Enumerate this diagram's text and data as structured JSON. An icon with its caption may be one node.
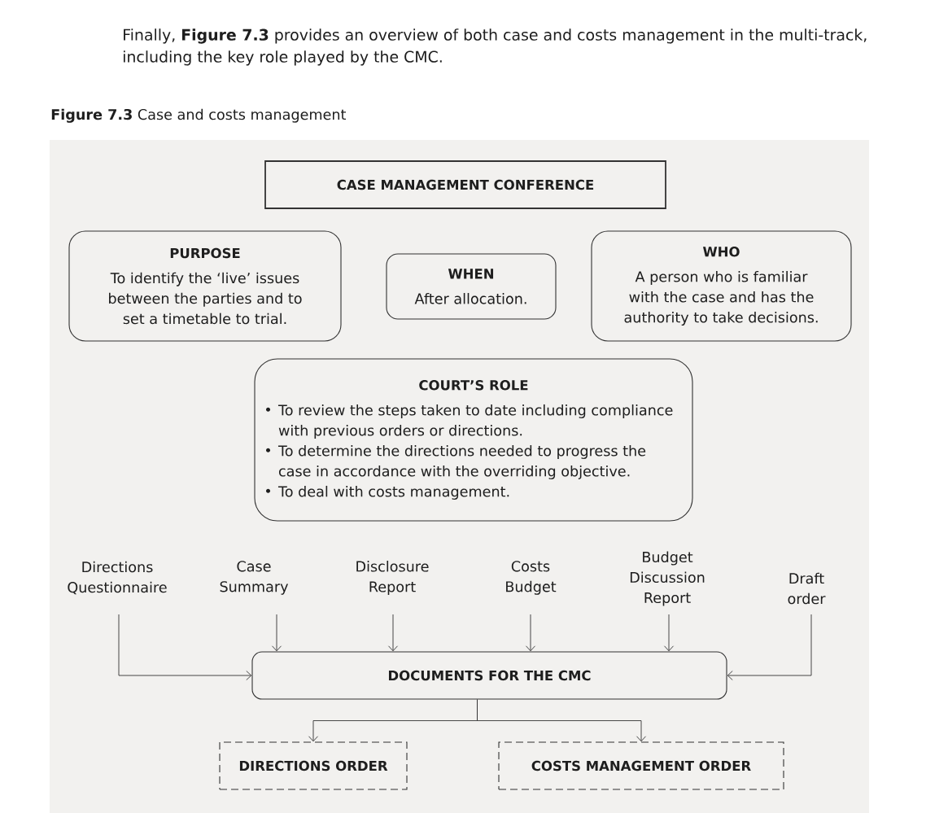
{
  "diagram": {
    "title": "**Figure 7.3** Case and costs management",
    "nodes": [
      {
        "text": [
          "CASE MANAGEMENT CONFERENCE"
        ]
      },
      {
        "text": [
          "PURPOSE",
          "To identify the ‘live’ issues between the parties and to set a timetable to trial."
        ]
      },
      {
        "text": [
          "WHEN",
          "After allocation."
        ]
      },
      {
        "text": [
          "WHO",
          "A person who is familiar with the case and has the authority to take decisions."
        ]
      },
      {
        "text": [
          "COURT’S ROLE",
          "To review the steps taken to date including compliance with previous orders or directions.",
          "To determine the directions needed to progress the case in accordance with the overriding objective.",
          "To deal with costs management."
        ]
      },
      {
        "text": [
          "Directions Questionnaire"
        ]
      },
      {
        "text": [
          "Case Summary"
        ]
      },
      {
        "text": [
          "Disclosure Report"
        ]
      },
      {
        "text": [
          "Costs Budget"
        ]
      },
      {
        "text": [
          "Budget Discussion Report"
        ]
      },
      {
        "text": [
          "Draft order"
        ]
      },
      {
        "text": [
          "DOCUMENTS FOR THE CMC"
        ]
      },
      {
        "text": [
          "DIRECTIONS ORDER"
        ]
      },
      {
        "text": [
          "COSTS MANAGEMENT ORDER"
        ]
      }
    ],
    "edges": [
      {
        "from": 5,
        "to": 11,
        "arrow": "to"
      },
      {
        "from": 6,
        "to": 11,
        "arrow": "to"
      },
      {
        "from": 7,
        "to": 11,
        "arrow": "to"
      },
      {
        "from": 8,
        "to": 11,
        "arrow": "to"
      },
      {
        "from": 9,
        "to": 11,
        "arrow": "to"
      },
      {
        "from": 10,
        "to": 11,
        "arrow": "to"
      },
      {
        "from": 11,
        "to": 12,
        "arrow": "to"
      },
      {
        "from": 11,
        "to": 13,
        "arrow": "to"
      }
    ],
    "labels": [
      "Finally, **Figure 7.3** provides an overview of both case and costs management in the multi-track, including the key role played by the CMC."
    ]
  }
}
